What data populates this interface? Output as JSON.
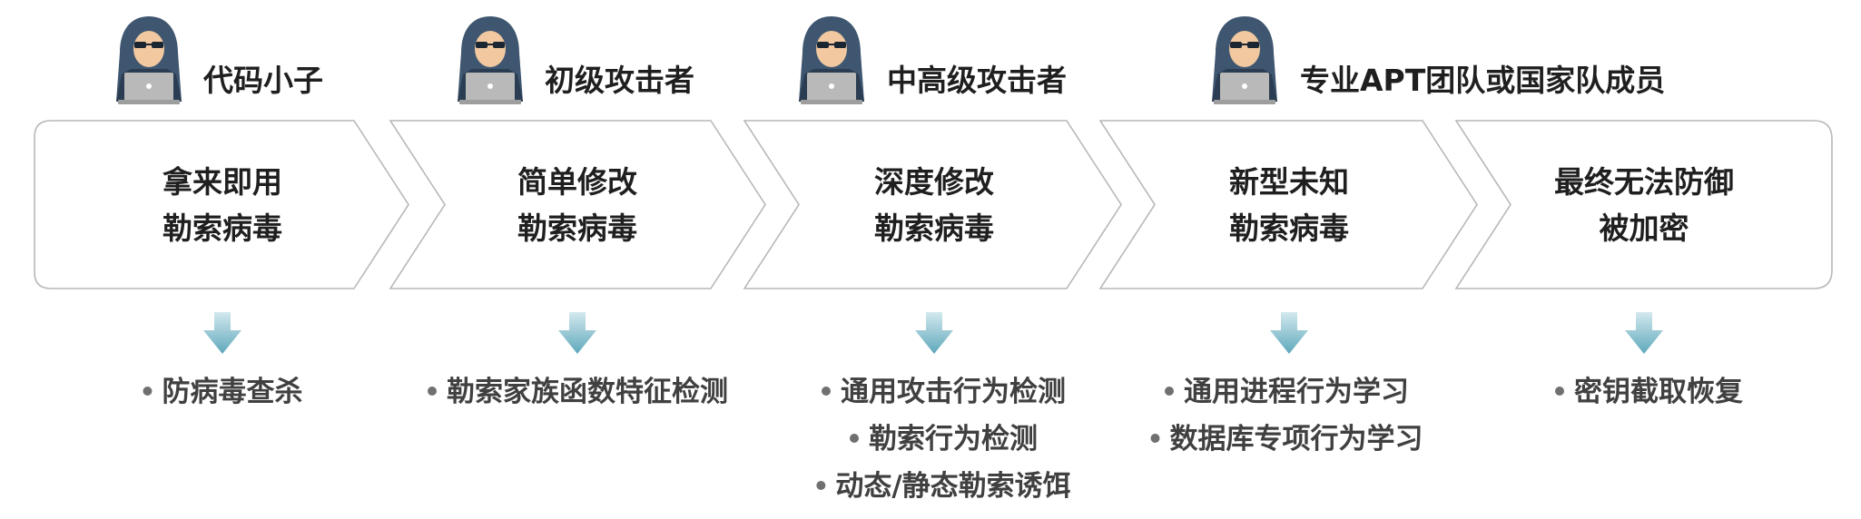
{
  "attackers": [
    {
      "icon": "hooded-hacker-icon",
      "label": "代码小子"
    },
    {
      "icon": "hooded-hacker-icon",
      "label": "初级攻击者"
    },
    {
      "icon": "hooded-hacker-icon",
      "label": "中高级攻击者"
    },
    {
      "icon": "hooded-hacker-icon",
      "label": "专业APT团队或国家队成员"
    }
  ],
  "stages": [
    {
      "lines": [
        "拿来即用",
        "勒索病毒"
      ]
    },
    {
      "lines": [
        "简单修改",
        "勒索病毒"
      ]
    },
    {
      "lines": [
        "深度修改",
        "勒索病毒"
      ]
    },
    {
      "lines": [
        "新型未知",
        "勒索病毒"
      ]
    },
    {
      "lines": [
        "最终无法防御",
        "被加密"
      ]
    }
  ],
  "defenses": [
    {
      "items": [
        "防病毒查杀"
      ]
    },
    {
      "items": [
        "勒索家族函数特征检测"
      ]
    },
    {
      "items": [
        "通用攻击行为检测",
        "勒索行为检测",
        "动态/静态勒索诱饵"
      ]
    },
    {
      "items": [
        "通用进程行为学习",
        "数据库专项行为学习"
      ]
    },
    {
      "items": [
        "密钥截取恢复"
      ]
    }
  ],
  "colors": {
    "text": "#1f1f1f",
    "defense_text": "#404040",
    "bullet": "#707070",
    "chevron_border": "#b7b7b7",
    "arrow_top": "#d3e9ee",
    "arrow_bottom": "#5ea8bb",
    "hood": "#3f5670",
    "hood_dark": "#2a3d52",
    "face": "#f1c8a0",
    "laptop": "#b9b9b9"
  }
}
